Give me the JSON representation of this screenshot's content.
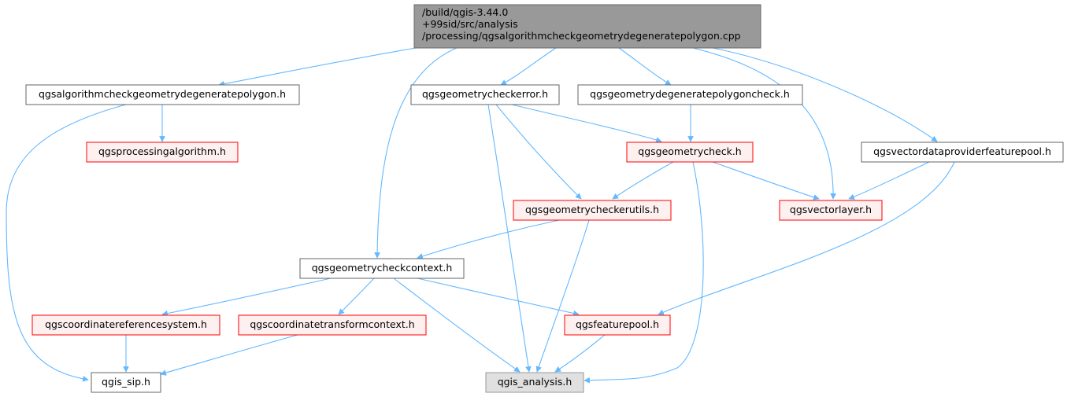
{
  "graph": {
    "root": {
      "lines": [
        "/build/qgis-3.44.0",
        "+99sid/src/analysis",
        "/processing/qgsalgorithmcheckgeometrydegeneratepolygon.cpp"
      ]
    },
    "nodes": [
      {
        "id": "n_algo_h",
        "label": "qgsalgorithmcheckgeometrydegeneratepolygon.h",
        "style": "plain"
      },
      {
        "id": "n_checkerror_h",
        "label": "qgsgeometrycheckerror.h",
        "style": "plain"
      },
      {
        "id": "n_degcheck_h",
        "label": "qgsgeometrydegeneratepolygoncheck.h",
        "style": "plain"
      },
      {
        "id": "n_procalg_h",
        "label": "qgsprocessingalgorithm.h",
        "style": "red"
      },
      {
        "id": "n_geomcheck_h",
        "label": "qgsgeometrycheck.h",
        "style": "red"
      },
      {
        "id": "n_vdpfp_h",
        "label": "qgsvectordataproviderfeaturepool.h",
        "style": "plain"
      },
      {
        "id": "n_checkerutils_h",
        "label": "qgsgeometrycheckerutils.h",
        "style": "red"
      },
      {
        "id": "n_vectorlayer_h",
        "label": "qgsvectorlayer.h",
        "style": "red"
      },
      {
        "id": "n_checkctx_h",
        "label": "qgsgeometrycheckcontext.h",
        "style": "plain"
      },
      {
        "id": "n_crs_h",
        "label": "qgscoordinatereferencesystem.h",
        "style": "red"
      },
      {
        "id": "n_ctc_h",
        "label": "qgscoordinatetransformcontext.h",
        "style": "red"
      },
      {
        "id": "n_featurepool_h",
        "label": "qgsfeaturepool.h",
        "style": "red"
      },
      {
        "id": "n_sip_h",
        "label": "qgis_sip.h",
        "style": "plain"
      },
      {
        "id": "n_analysis_h",
        "label": "qgis_analysis.h",
        "style": "gray"
      }
    ],
    "colors": {
      "edge": "#63b8ff",
      "root_fill": "#999999",
      "root_stroke": "#666666",
      "plain_fill": "#ffffff",
      "plain_stroke": "#666666",
      "red_fill": "#fff0f0",
      "red_stroke": "#ff0000",
      "gray_fill": "#e0e0e0",
      "gray_stroke": "#999999"
    }
  }
}
